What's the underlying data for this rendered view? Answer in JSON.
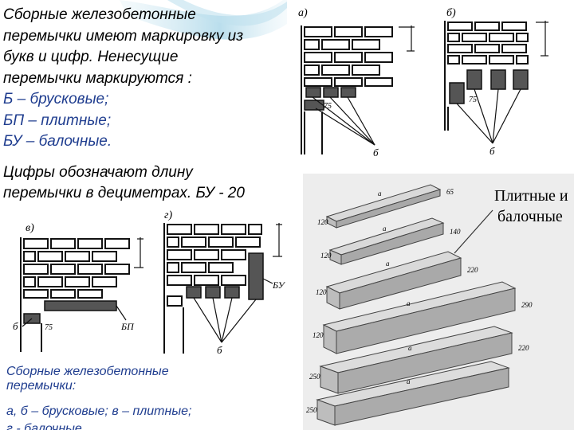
{
  "intro": {
    "lines": [
      "Сборные железобетонные",
      "перемычки имеют маркировку из",
      "букв и цифр. Ненесущие",
      "перемычки маркируются :"
    ],
    "types": [
      "Б – брусковые;",
      "БП – плитные;",
      "БУ – балочные."
    ]
  },
  "digits_note": {
    "lines": [
      "Цифры обозначают длину",
      "перемычки в дециметрах. БУ - 20"
    ]
  },
  "caption": {
    "line1": "Сборные железобетонные",
    "line2": "перемычки:",
    "line3": "а, б – брусковые; в – плитные;",
    "line4": "г - балочные"
  },
  "drawings": {
    "a": {
      "label": "а)",
      "dim": "75",
      "pointer": "б"
    },
    "b": {
      "label": "б)",
      "dim": "75",
      "pointer": "б"
    },
    "v": {
      "label": "в)",
      "dim": "75",
      "pointer_left": "б",
      "pointer_right": "БП"
    },
    "g": {
      "label": "г)",
      "pointer_right": "БУ",
      "pointer_bottom": "б"
    }
  },
  "iso": {
    "title_line1": "Плитные и",
    "title_line2": "балочные",
    "beams": [
      {
        "len": "а",
        "h": "65",
        "w": "120"
      },
      {
        "len": "а",
        "h": "140",
        "w": "120"
      },
      {
        "len": "а",
        "h": "220",
        "w": "120"
      },
      {
        "len": "а",
        "h": "290",
        "w": "120"
      },
      {
        "len": "а",
        "h": "220",
        "w": "250"
      },
      {
        "len": "а",
        "h": "",
        "w": "250"
      }
    ]
  }
}
